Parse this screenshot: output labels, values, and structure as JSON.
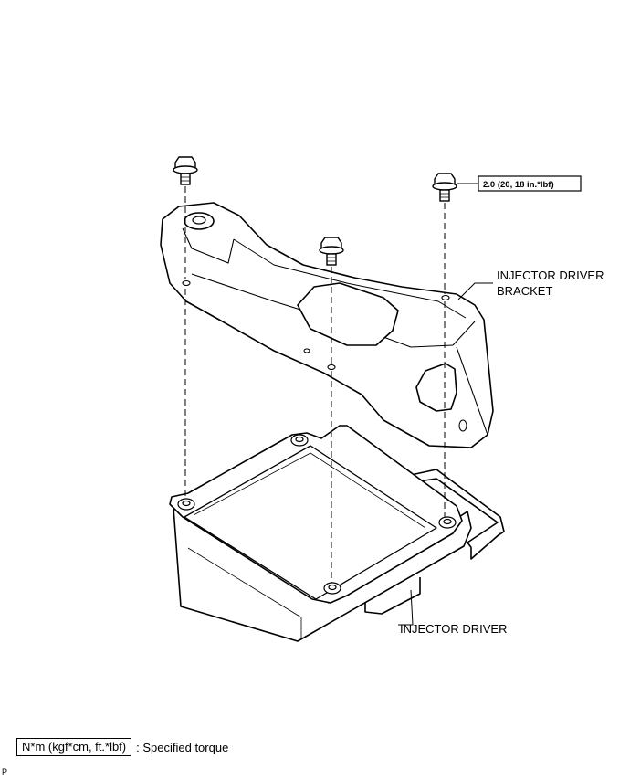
{
  "labels": {
    "bracket_line1": "INJECTOR DRIVER",
    "bracket_line2": "BRACKET",
    "driver": "INJECTOR DRIVER",
    "torque": "2.0 (20, 18 in.*lbf)"
  },
  "legend": {
    "unit_box": "N*m (kgf*cm, ft.*lbf)",
    "description": ": Specified torque"
  },
  "corner_mark": "P",
  "colors": {
    "line": "#000000",
    "background": "#ffffff"
  }
}
